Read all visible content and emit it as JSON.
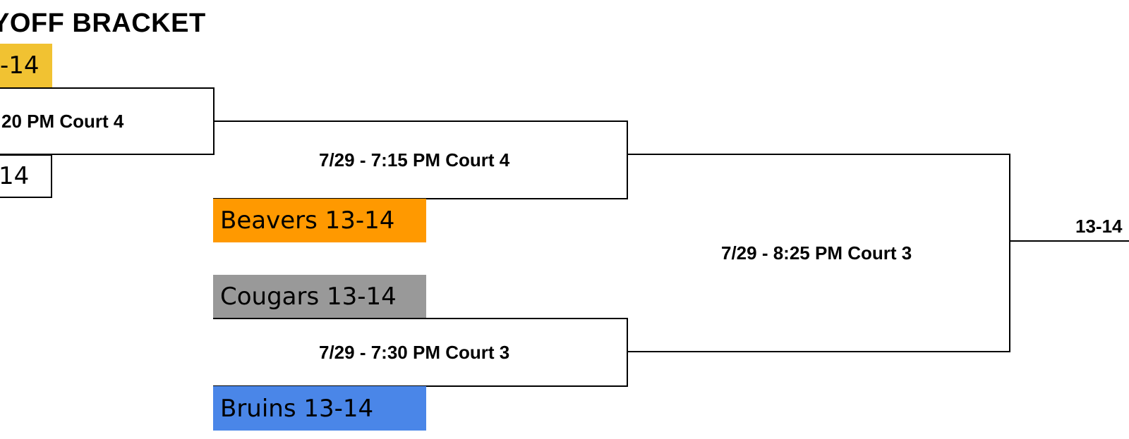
{
  "title": "YOFF BRACKET",
  "teams": {
    "top_left_1": "-14",
    "top_left_2": "14",
    "beavers": "Beavers 13-14",
    "cougars": "Cougars 13-14",
    "bruins": "Bruins 13-14",
    "final": "13-14"
  },
  "games": {
    "game_top_left": "20 PM Court 4",
    "game_round2_top": "7/29 - 7:15 PM Court 4",
    "game_round2_bottom": "7/29 - 7:30 PM Court 3",
    "game_semifinal": "7/29 - 8:25 PM Court 3"
  },
  "colors": {
    "gold": "#F1C232",
    "orange": "#FF9900",
    "gray": "#999999",
    "blue": "#4A86E8"
  }
}
